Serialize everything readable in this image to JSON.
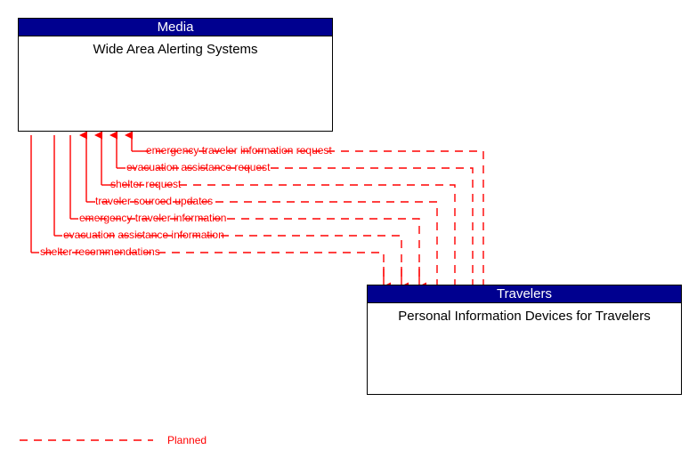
{
  "diagram": {
    "entities": [
      {
        "id": "media",
        "stakeholder": "Media",
        "name": "Wide Area Alerting Systems"
      },
      {
        "id": "travelers",
        "stakeholder": "Travelers",
        "name": "Personal Information Devices for Travelers"
      }
    ],
    "flows": [
      {
        "label": "emergency traveler information request",
        "direction": "travelers-to-media",
        "arrow_at": "media"
      },
      {
        "label": "evacuation assistance request",
        "direction": "travelers-to-media",
        "arrow_at": "media"
      },
      {
        "label": "shelter request",
        "direction": "travelers-to-media",
        "arrow_at": "media"
      },
      {
        "label": "traveler sourced updates",
        "direction": "travelers-to-media",
        "arrow_at": "media"
      },
      {
        "label": "emergency traveler information",
        "direction": "media-to-travelers",
        "arrow_at": "travelers"
      },
      {
        "label": "evacuation assistance information",
        "direction": "media-to-travelers",
        "arrow_at": "travelers"
      },
      {
        "label": "shelter recommendations",
        "direction": "media-to-travelers",
        "arrow_at": "travelers"
      }
    ],
    "legend": {
      "items": [
        {
          "label": "Planned",
          "style": "dashed",
          "color": "#ff0000"
        }
      ]
    },
    "colors": {
      "header_background": "#00008f",
      "header_text": "#ffffff",
      "entity_border": "#000000",
      "entity_background": "#ffffff",
      "flow_line": "#ff0000",
      "flow_text": "#ff0000",
      "page_background": "#ffffff"
    }
  }
}
